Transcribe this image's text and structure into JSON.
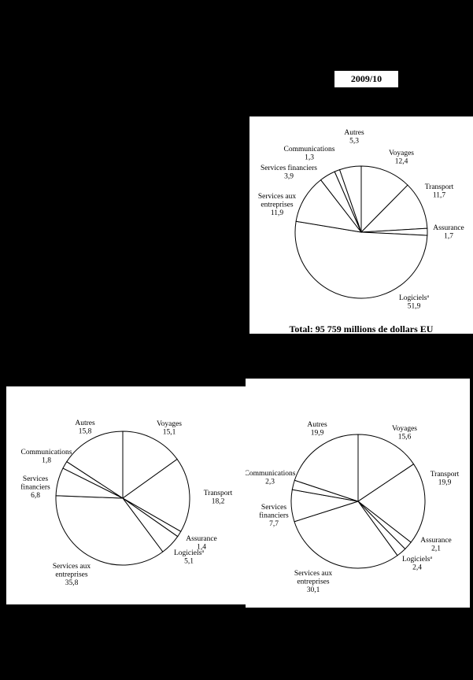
{
  "year_label": "2009/10",
  "colors": {
    "background": "#000000",
    "panel": "#ffffff",
    "ink": "#000000"
  },
  "chart_data": [
    {
      "type": "pie",
      "total_label": "Total:  95 759 millions de dollars EU",
      "slices": [
        {
          "label": [
            "Voyages"
          ],
          "value": 12.4,
          "value_text": "12,4"
        },
        {
          "label": [
            "Transport"
          ],
          "value": 11.7,
          "value_text": "11,7"
        },
        {
          "label": [
            "Assurance"
          ],
          "value": 1.7,
          "value_text": "1,7"
        },
        {
          "label": [
            "Logiciels"
          ],
          "footnote": "a",
          "value": 51.9,
          "value_text": "51,9"
        },
        {
          "label": [
            "Services aux",
            "entreprises"
          ],
          "value": 11.9,
          "value_text": "11,9"
        },
        {
          "label": [
            "Services financiers"
          ],
          "value": 3.9,
          "value_text": "3,9"
        },
        {
          "label": [
            "Communications"
          ],
          "value": 1.3,
          "value_text": "1,3"
        },
        {
          "label": [
            "Autres"
          ],
          "value": 5.3,
          "value_text": "5,3"
        }
      ]
    },
    {
      "type": "pie",
      "slices": [
        {
          "label": [
            "Voyages"
          ],
          "value": 15.1,
          "value_text": "15,1"
        },
        {
          "label": [
            "Transport"
          ],
          "value": 18.2,
          "value_text": "18,2"
        },
        {
          "label": [
            "Assurance"
          ],
          "value": 1.4,
          "value_text": "1,4"
        },
        {
          "label": [
            "Logiciels"
          ],
          "footnote": "a",
          "value": 5.1,
          "value_text": "5,1"
        },
        {
          "label": [
            "Services aux",
            "entreprises"
          ],
          "value": 35.8,
          "value_text": "35,8"
        },
        {
          "label": [
            "Services",
            "financiers"
          ],
          "value": 6.8,
          "value_text": "6,8"
        },
        {
          "label": [
            "Communications"
          ],
          "value": 1.8,
          "value_text": "1,8"
        },
        {
          "label": [
            "Autres"
          ],
          "value": 15.8,
          "value_text": "15,8"
        }
      ]
    },
    {
      "type": "pie",
      "slices": [
        {
          "label": [
            "Voyages"
          ],
          "value": 15.6,
          "value_text": "15,6"
        },
        {
          "label": [
            "Transport"
          ],
          "value": 19.9,
          "value_text": "19,9"
        },
        {
          "label": [
            "Assurance"
          ],
          "value": 2.1,
          "value_text": "2,1"
        },
        {
          "label": [
            "Logiciels"
          ],
          "footnote": "a",
          "value": 2.4,
          "value_text": "2,4"
        },
        {
          "label": [
            "Services aux",
            "entreprises"
          ],
          "value": 30.1,
          "value_text": "30,1"
        },
        {
          "label": [
            "Services",
            "financiers"
          ],
          "value": 7.7,
          "value_text": "7,7"
        },
        {
          "label": [
            "Communications"
          ],
          "value": 2.3,
          "value_text": "2,3"
        },
        {
          "label": [
            "Autres"
          ],
          "value": 19.9,
          "value_text": "19,9"
        }
      ]
    }
  ]
}
